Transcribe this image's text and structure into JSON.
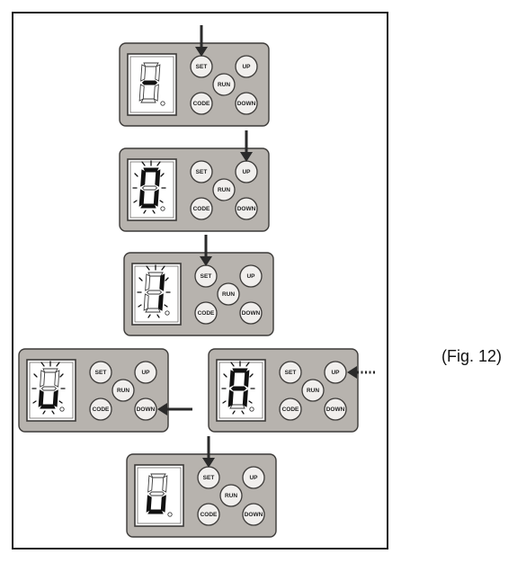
{
  "caption": "(Fig. 12)",
  "buttons": {
    "set": "SET",
    "up": "UP",
    "run": "RUN",
    "code": "CODE",
    "down": "DOWN"
  },
  "steps": [
    {
      "digit": "-",
      "blinking": false,
      "pressed": "SET",
      "arrow": "down-onto-button"
    },
    {
      "digit": "0",
      "blinking": true,
      "pressed": "UP",
      "arrow": "down-onto-button"
    },
    {
      "digit": "1",
      "blinking": true,
      "pressed": "SET",
      "arrow": "down-onto-button"
    },
    {
      "digit": "u",
      "blinking": true,
      "pressed": "DOWN",
      "arrow": "from-right"
    },
    {
      "digit": "A",
      "blinking": true,
      "pressed": "UP",
      "arrow": "from-right-dotted"
    },
    {
      "digit": "u",
      "blinking": false,
      "pressed": "SET",
      "arrow": "down-onto-button"
    }
  ]
}
